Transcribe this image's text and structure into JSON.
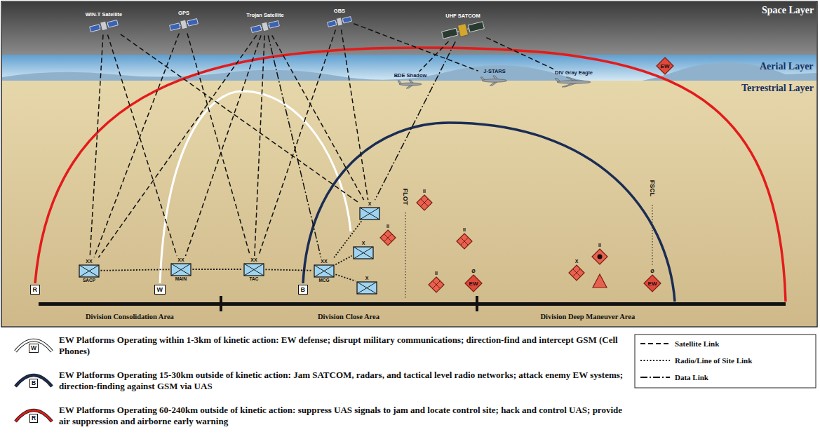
{
  "diagram": {
    "nodes": [
      {
        "text": [
          "WIN-T Satellite"
        ]
      },
      {
        "text": [
          "GPS"
        ]
      },
      {
        "text": [
          "Trojan Satellite"
        ]
      },
      {
        "text": [
          "GBS"
        ]
      },
      {
        "text": [
          "UHF SATCOM"
        ]
      },
      {
        "text": [
          "BDE Shadow"
        ]
      },
      {
        "text": [
          "J-STARS"
        ]
      },
      {
        "text": [
          "DIV Gray Eagle"
        ]
      },
      {
        "text": [
          "EW"
        ]
      },
      {
        "text": [
          "XX",
          "SACP"
        ]
      },
      {
        "text": [
          "XX",
          "MAIN"
        ]
      },
      {
        "text": [
          "XX",
          "TAC"
        ]
      },
      {
        "text": [
          "XX",
          "MCG"
        ]
      },
      {
        "text": [
          "X"
        ]
      },
      {
        "text": [
          "X"
        ]
      },
      {
        "text": [
          "X"
        ]
      },
      {
        "text": [
          "II"
        ]
      },
      {
        "text": [
          "II"
        ]
      },
      {
        "text": [
          "II"
        ]
      },
      {
        "text": [
          "II"
        ]
      },
      {
        "text": [
          "Ø",
          "EW"
        ]
      },
      {
        "text": [
          "X"
        ]
      },
      {
        "text": [
          "II"
        ]
      },
      {
        "text": [
          "Ø",
          "EW"
        ]
      }
    ],
    "edges": [
      {
        "from": 0,
        "to": 9,
        "arrow": "none"
      },
      {
        "from": 0,
        "to": 10,
        "arrow": "none"
      },
      {
        "from": 0,
        "to": 13,
        "arrow": "none"
      },
      {
        "from": 1,
        "to": 9,
        "arrow": "none"
      },
      {
        "from": 1,
        "to": 11,
        "arrow": "none"
      },
      {
        "from": 2,
        "to": 9,
        "arrow": "none"
      },
      {
        "from": 2,
        "to": 10,
        "arrow": "none"
      },
      {
        "from": 2,
        "to": 11,
        "arrow": "none"
      },
      {
        "from": 2,
        "to": 13,
        "arrow": "none"
      },
      {
        "from": 3,
        "to": 11,
        "arrow": "none"
      },
      {
        "from": 3,
        "to": 13,
        "arrow": "none"
      },
      {
        "from": 3,
        "to": 6,
        "arrow": "none"
      },
      {
        "from": 4,
        "to": 5,
        "arrow": "none"
      },
      {
        "from": 4,
        "to": 7,
        "arrow": "none"
      },
      {
        "from": 2,
        "to": 12,
        "arrow": "none"
      },
      {
        "from": 4,
        "to": 13,
        "arrow": "none"
      },
      {
        "from": 9,
        "to": 10,
        "arrow": "none"
      },
      {
        "from": 10,
        "to": 11,
        "arrow": "none"
      },
      {
        "from": 11,
        "to": 12,
        "arrow": "none"
      },
      {
        "from": 12,
        "to": 13,
        "arrow": "none"
      },
      {
        "from": 12,
        "to": 14,
        "arrow": "none"
      },
      {
        "from": 12,
        "to": 15,
        "arrow": "none"
      }
    ],
    "labels": [
      "Space Layer",
      "Aerial Layer",
      "Terrestrial Layer",
      "FLOT",
      "FSCL",
      "R",
      "W",
      "B",
      "Division Consolidation Area",
      "Division Close Area",
      "Division Deep Maneuver Area",
      "W",
      "B",
      "R"
    ],
    "legend": [
      {
        "text": "EW Platforms Operating within 1-3km of kinetic action: EW defense; disrupt military communications; direction-find and intercept GSM (Cell Phones)",
        "color": "#ffffff"
      },
      {
        "text": "EW Platforms Operating 15-30km outside of kinetic action: Jam SATCOM, radars, and tactical level radio networks; attack enemy EW systems; direction-finding against GSM via UAS",
        "color": "#1b2d55"
      },
      {
        "text": "EW Platforms Operating 60-240km outside of kinetic action: suppress UAS signals to jam and locate control site; hack and control UAS; provide air suppression and airborne early warning",
        "color": "#e31b1b"
      },
      {
        "text": "Satellite Link"
      },
      {
        "text": "Radio/Line of Site Link"
      },
      {
        "text": "Data Link"
      }
    ]
  }
}
